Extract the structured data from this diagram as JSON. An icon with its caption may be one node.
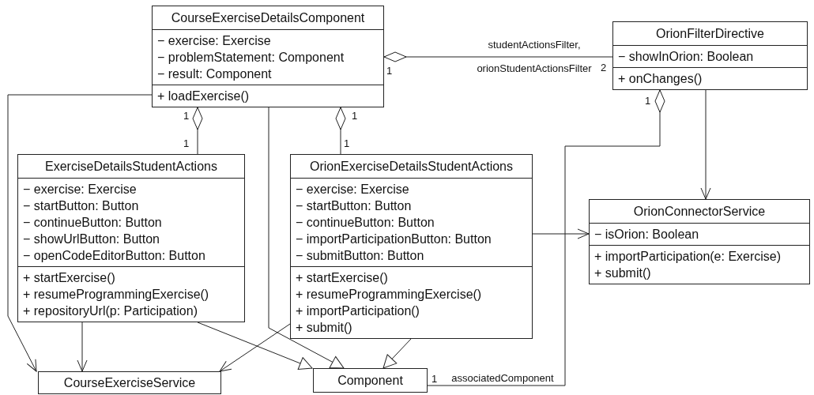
{
  "diagram": {
    "nodes": [
      {
        "text": [
          "CourseExerciseDetailsComponent"
        ]
      },
      {
        "text": [
          "− exercise: Exercise",
          "− problemStatement: Component",
          "− result: Component"
        ],
        "in": 0
      },
      {
        "text": [
          "+ loadExercise()"
        ],
        "in": 0
      },
      {
        "text": [
          "OrionFilterDirective"
        ]
      },
      {
        "text": [
          "− showInOrion: Boolean"
        ],
        "in": 3
      },
      {
        "text": [
          "+ onChanges()"
        ],
        "in": 3
      },
      {
        "text": [
          "ExerciseDetailsStudentActions"
        ]
      },
      {
        "text": [
          "− exercise: Exercise",
          "− startButton: Button",
          "− continueButton: Button",
          "− showUrlButton: Button",
          "− openCodeEditorButton: Button"
        ],
        "in": 6
      },
      {
        "text": [
          "+ startExercise()",
          "+ resumeProgrammingExercise()",
          "+ repositoryUrl(p: Participation)"
        ],
        "in": 6
      },
      {
        "text": [
          "OrionExerciseDetailsStudentActions"
        ]
      },
      {
        "text": [
          "− exercise: Exercise",
          "− startButton: Button",
          "− continueButton: Button",
          "− importParticipationButton: Button",
          "− submitButton: Button"
        ],
        "in": 9
      },
      {
        "text": [
          "+ startExercise()",
          "+ resumeProgrammingExercise()",
          "+ importParticipation()",
          "+ submit()"
        ],
        "in": 9
      },
      {
        "text": [
          "OrionConnectorService"
        ]
      },
      {
        "text": [
          "− isOrion: Boolean"
        ],
        "in": 12
      },
      {
        "text": [
          "+ importParticipation(e: Exercise)",
          "+ submit()"
        ],
        "in": 12
      },
      {
        "text": [
          "CourseExerciseService"
        ]
      },
      {
        "text": [
          "Component"
        ]
      }
    ],
    "edges": [
      {
        "from": 0,
        "to": 6,
        "arrow": "other"
      },
      {
        "from": 0,
        "to": 9,
        "arrow": "other"
      },
      {
        "from": 0,
        "to": 3,
        "arrow": "other",
        "label": "studentActionsFilter, orionStudentActionsFilter"
      },
      {
        "from": 3,
        "to": 16,
        "arrow": "other",
        "label": "associatedComponent"
      },
      {
        "from": 3,
        "to": 12,
        "arrow": "to"
      },
      {
        "from": 9,
        "to": 12,
        "arrow": "to"
      },
      {
        "from": 0,
        "to": 15,
        "arrow": "to"
      },
      {
        "from": 0,
        "to": 16,
        "arrow": "to"
      },
      {
        "from": 6,
        "to": 15,
        "arrow": "to"
      },
      {
        "from": 6,
        "to": 16,
        "arrow": "to"
      },
      {
        "from": 9,
        "to": 15,
        "arrow": "to"
      },
      {
        "from": 9,
        "to": 16,
        "arrow": "to"
      }
    ],
    "labels": [
      "1",
      "2",
      "1",
      "1",
      "1",
      "1",
      "1",
      "1"
    ]
  }
}
